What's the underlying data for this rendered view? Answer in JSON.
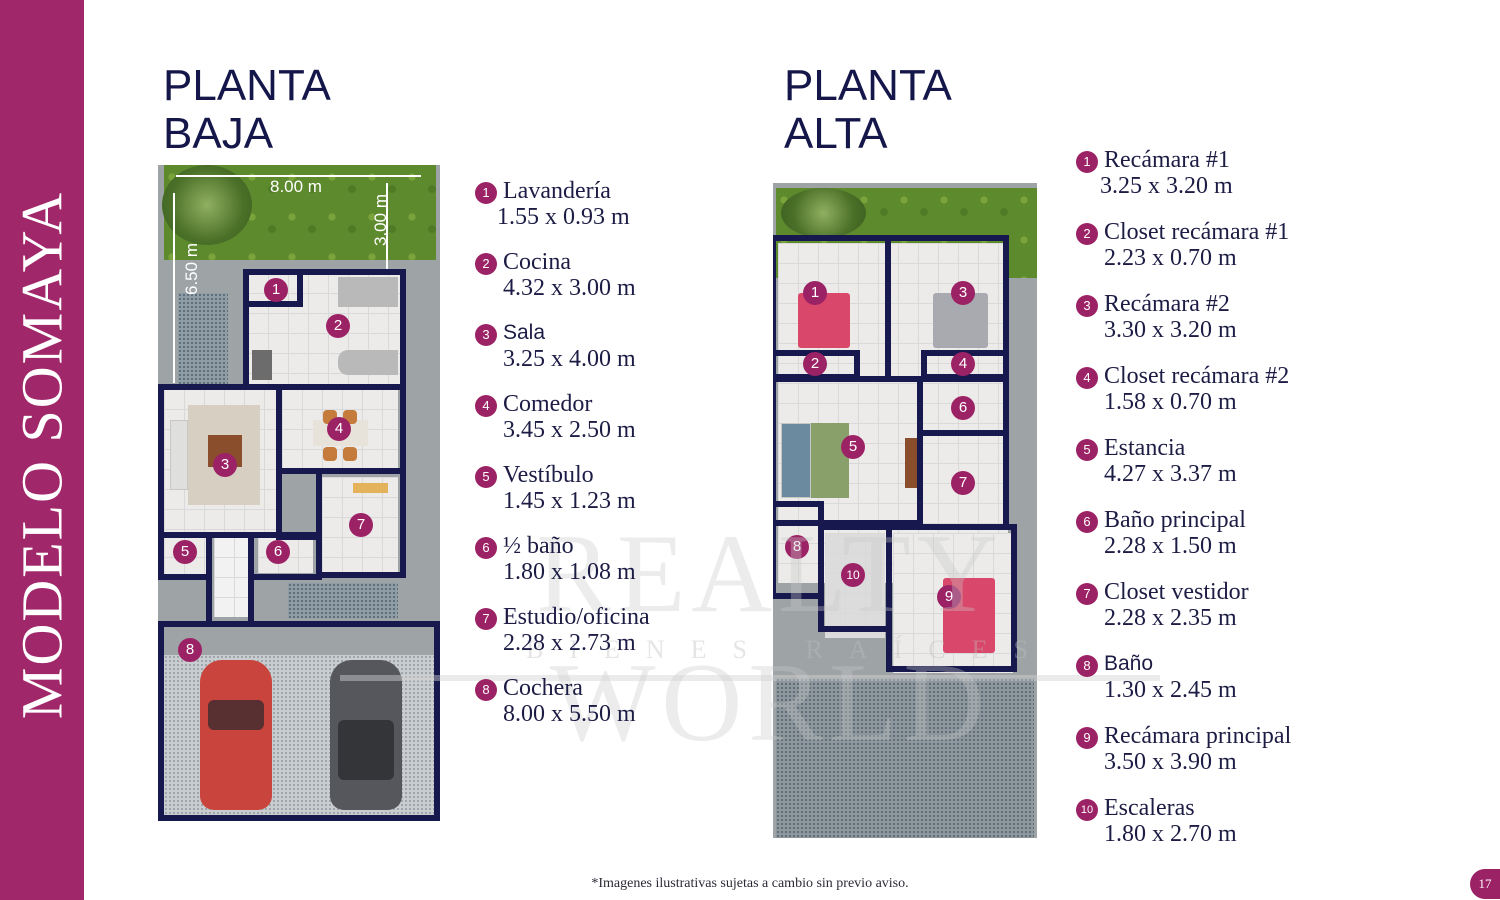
{
  "side_band": {
    "title": "MODELO SOMAYA",
    "color": "#a0286a"
  },
  "planta_baja": {
    "title_line1": "PLANTA",
    "title_line2": "BAJA",
    "dimensions": {
      "width": "8.00 m",
      "depth": "6.50 m",
      "garden": "3.00 m"
    },
    "rooms": [
      {
        "num": "1",
        "name": "Lavandería",
        "size": "1.55 x 0.93 m"
      },
      {
        "num": "2",
        "name": "Cocina",
        "size": "4.32 x 3.00 m"
      },
      {
        "num": "3",
        "name": "Sala",
        "size": "3.25 x 4.00 m"
      },
      {
        "num": "4",
        "name": "Comedor",
        "size": "3.45 x 2.50 m"
      },
      {
        "num": "5",
        "name": "Vestíbulo",
        "size": "1.45 x 1.23 m"
      },
      {
        "num": "6",
        "name": "½ baño",
        "size": "1.80 x 1.08 m"
      },
      {
        "num": "7",
        "name": "Estudio/oficina",
        "size": "2.28 x 2.73 m"
      },
      {
        "num": "8",
        "name": "Cochera",
        "size": "8.00 x 5.50 m"
      }
    ]
  },
  "planta_alta": {
    "title_line1": "PLANTA",
    "title_line2": "ALTA",
    "rooms": [
      {
        "num": "1",
        "name": "Recámara #1",
        "size": "3.25 x 3.20 m"
      },
      {
        "num": "2",
        "name": "Closet recámara #1",
        "size": "2.23 x 0.70 m"
      },
      {
        "num": "3",
        "name": "Recámara #2",
        "size": "3.30 x 3.20 m"
      },
      {
        "num": "4",
        "name": "Closet recámara #2",
        "size": "1.58 x 0.70 m"
      },
      {
        "num": "5",
        "name": "Estancia",
        "size": "4.27 x 3.37 m"
      },
      {
        "num": "6",
        "name": "Baño principal",
        "size": "2.28 x 1.50 m"
      },
      {
        "num": "7",
        "name": "Closet vestidor",
        "size": "2.28 x 2.35 m"
      },
      {
        "num": "8",
        "name": "Baño",
        "size": "1.30 x 2.45 m"
      },
      {
        "num": "9",
        "name": "Recámara principal",
        "size": "3.50 x 3.90 m"
      },
      {
        "num": "10",
        "name": "Escaleras",
        "size": "1.80 x 2.70 m"
      }
    ]
  },
  "watermark": {
    "text": "REALTY WORLD",
    "subtext": "BIENES RAÍCES"
  },
  "footnote": "*Imagenes ilustrativas sujetas a cambio sin previo aviso.",
  "page_number": "17",
  "colors": {
    "accent": "#9c2266",
    "title": "#15164a",
    "wall": "#17184d"
  }
}
